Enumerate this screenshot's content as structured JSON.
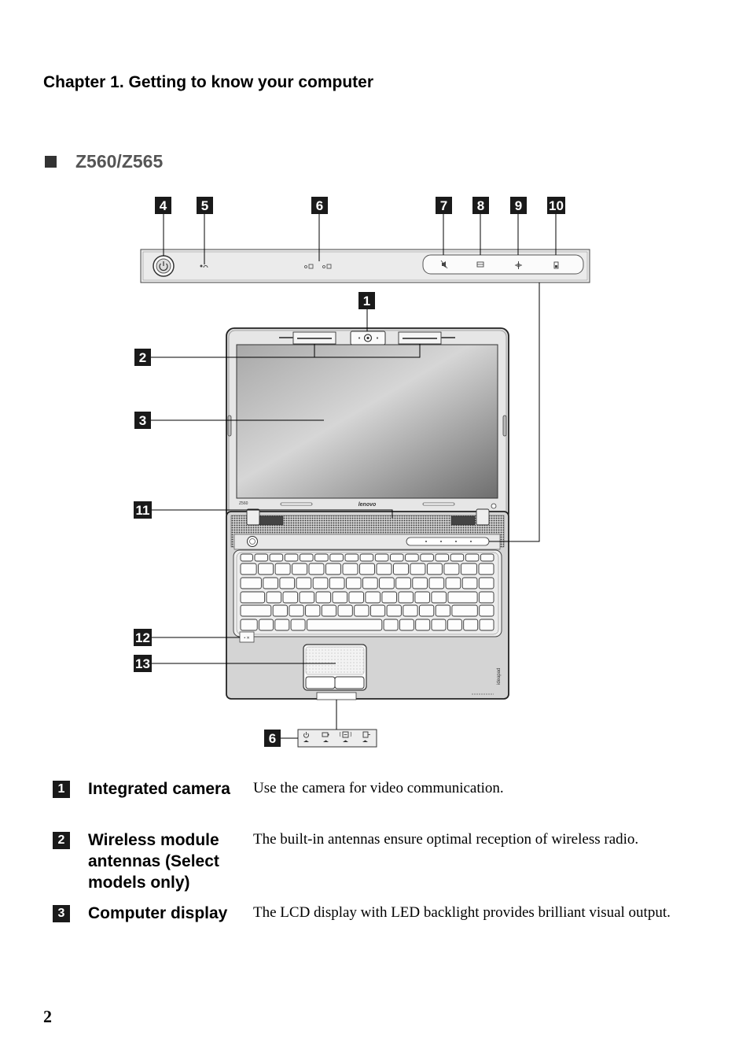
{
  "header": {
    "chapter": "Chapter 1. Getting to know your computer"
  },
  "section": {
    "model": "Z560/Z565"
  },
  "diagram": {
    "callouts": [
      "4",
      "5",
      "6",
      "7",
      "8",
      "9",
      "10",
      "1",
      "2",
      "3",
      "11",
      "12",
      "13",
      "6"
    ],
    "screen_brand": "lenovo",
    "model_badge": "Z560",
    "palmrest_brand": "ideapad"
  },
  "features": [
    {
      "number": "1",
      "term": "Integrated camera",
      "description": "Use the camera for video communication."
    },
    {
      "number": "2",
      "term": "Wireless module antennas (Select models only)",
      "description": "The built-in antennas ensure optimal reception of wireless radio."
    },
    {
      "number": "3",
      "term": "Computer display",
      "description": "The LCD display with LED backlight provides brilliant visual output."
    }
  ],
  "footer": {
    "page_number": "2"
  }
}
